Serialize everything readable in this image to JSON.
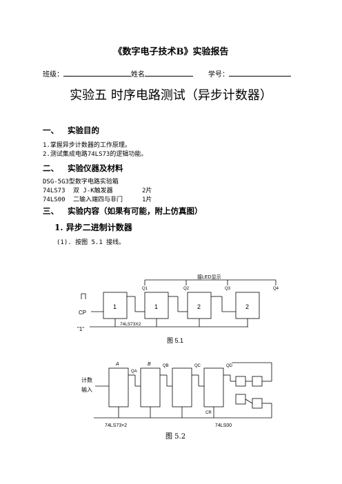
{
  "header": {
    "title": "《数字电子技术B》实验报告"
  },
  "info": {
    "class_label": "班级：",
    "name_label": "姓名",
    "id_label": "学号："
  },
  "experiment_title": "实验五  时序电路测试（异步计数器）",
  "sections": [
    {
      "num": "一、",
      "title": "实验目的"
    },
    {
      "num": "二、",
      "title": "实验仪器及材料"
    },
    {
      "num": "三、",
      "title": "实验内容（如果有可能，附上仿真图）"
    }
  ],
  "objectives": [
    "1.掌握异步计数器的工作原理。",
    "2.测试集成电路74LS73的逻辑功能。"
  ],
  "equipment": {
    "line1": "DSG-5G3型数字电路实验箱",
    "rows": [
      {
        "part": "74LS73",
        "desc": "双 J-K触发器",
        "qty": "2片"
      },
      {
        "part": "74LS00",
        "desc": "二输入端四与非门",
        "qty": "1片"
      }
    ]
  },
  "subsection": {
    "num": "1.",
    "title": "异步二进制计数器"
  },
  "step1": "(1). 按图 5.1 接线。",
  "fig1": {
    "caption": "图 5.1",
    "led_label": "接LED显示",
    "cp_label": "CP",
    "one_label": "\"1\"",
    "chip_label": "74LS73X2",
    "q_labels": [
      "Q1",
      "Q2",
      "Q3",
      "Q4"
    ],
    "ff_numbers": [
      "1",
      "1",
      "2",
      "2"
    ]
  },
  "fig2": {
    "caption": "图 5.2",
    "input_label1": "计数",
    "input_label2": "输入",
    "ff_letters": [
      "A",
      "B"
    ],
    "q_labels": [
      "QA",
      "QB",
      "QC",
      "QD"
    ],
    "chip1": "74LS73×2",
    "chip2": "74LS00",
    "cr_label": "CR"
  }
}
